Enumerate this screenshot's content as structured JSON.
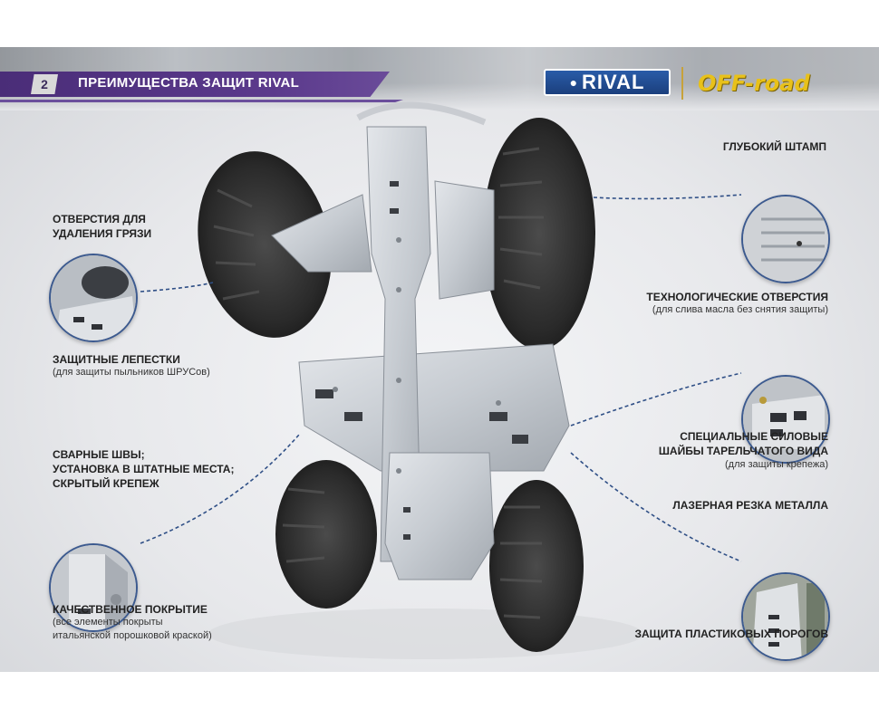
{
  "header": {
    "page_number": "2",
    "title": "ПРЕИМУЩЕСТВА ЗАЩИТ RIVAL",
    "brand": "RIVAL",
    "brand_tagline": "OFF-road"
  },
  "callouts": {
    "holes": {
      "title_line1": "ОТВЕРСТИЯ ДЛЯ",
      "title_line2": "УДАЛЕНИЯ ГРЯЗИ"
    },
    "petals": {
      "title": "ЗАЩИТНЫЕ ЛЕПЕСТКИ",
      "note": "(для защиты пыльников ШРУСов)"
    },
    "welds": {
      "line1": "СВАРНЫЕ ШВЫ;",
      "line2": "УСТАНОВКА В ШТАТНЫЕ МЕСТА;",
      "line3": "СКРЫТЫЙ КРЕПЕЖ"
    },
    "coating": {
      "title": "КАЧЕСТВЕННОЕ ПОКРЫТИЕ",
      "note_line1": "(все элементы покрыты",
      "note_line2": "итальянской порошковой краской)"
    },
    "stamp": {
      "title": "ГЛУБОКИЙ ШТАМП"
    },
    "tech_holes": {
      "title": "ТЕХНОЛОГИЧЕСКИЕ ОТВЕРСТИЯ",
      "note": "(для слива масла без снятия защиты)"
    },
    "washers": {
      "line1": "СПЕЦИАЛЬНЫЕ СИЛОВЫЕ",
      "line2": "ШАЙБЫ ТАРЕЛЬЧАТОГО ВИДА",
      "note": "(для защиты крепежа)"
    },
    "laser": {
      "title": "ЛАЗЕРНАЯ РЕЗКА МЕТАЛЛА"
    },
    "sills": {
      "title": "ЗАЩИТА ПЛАСТИКОВЫХ ПОРОГОВ"
    }
  },
  "colors": {
    "ribbon": "#5b3a8c",
    "callout_line": "#2f4f86",
    "brand_blue": "#1f4a92",
    "offroad_yellow": "#e8c11a"
  }
}
